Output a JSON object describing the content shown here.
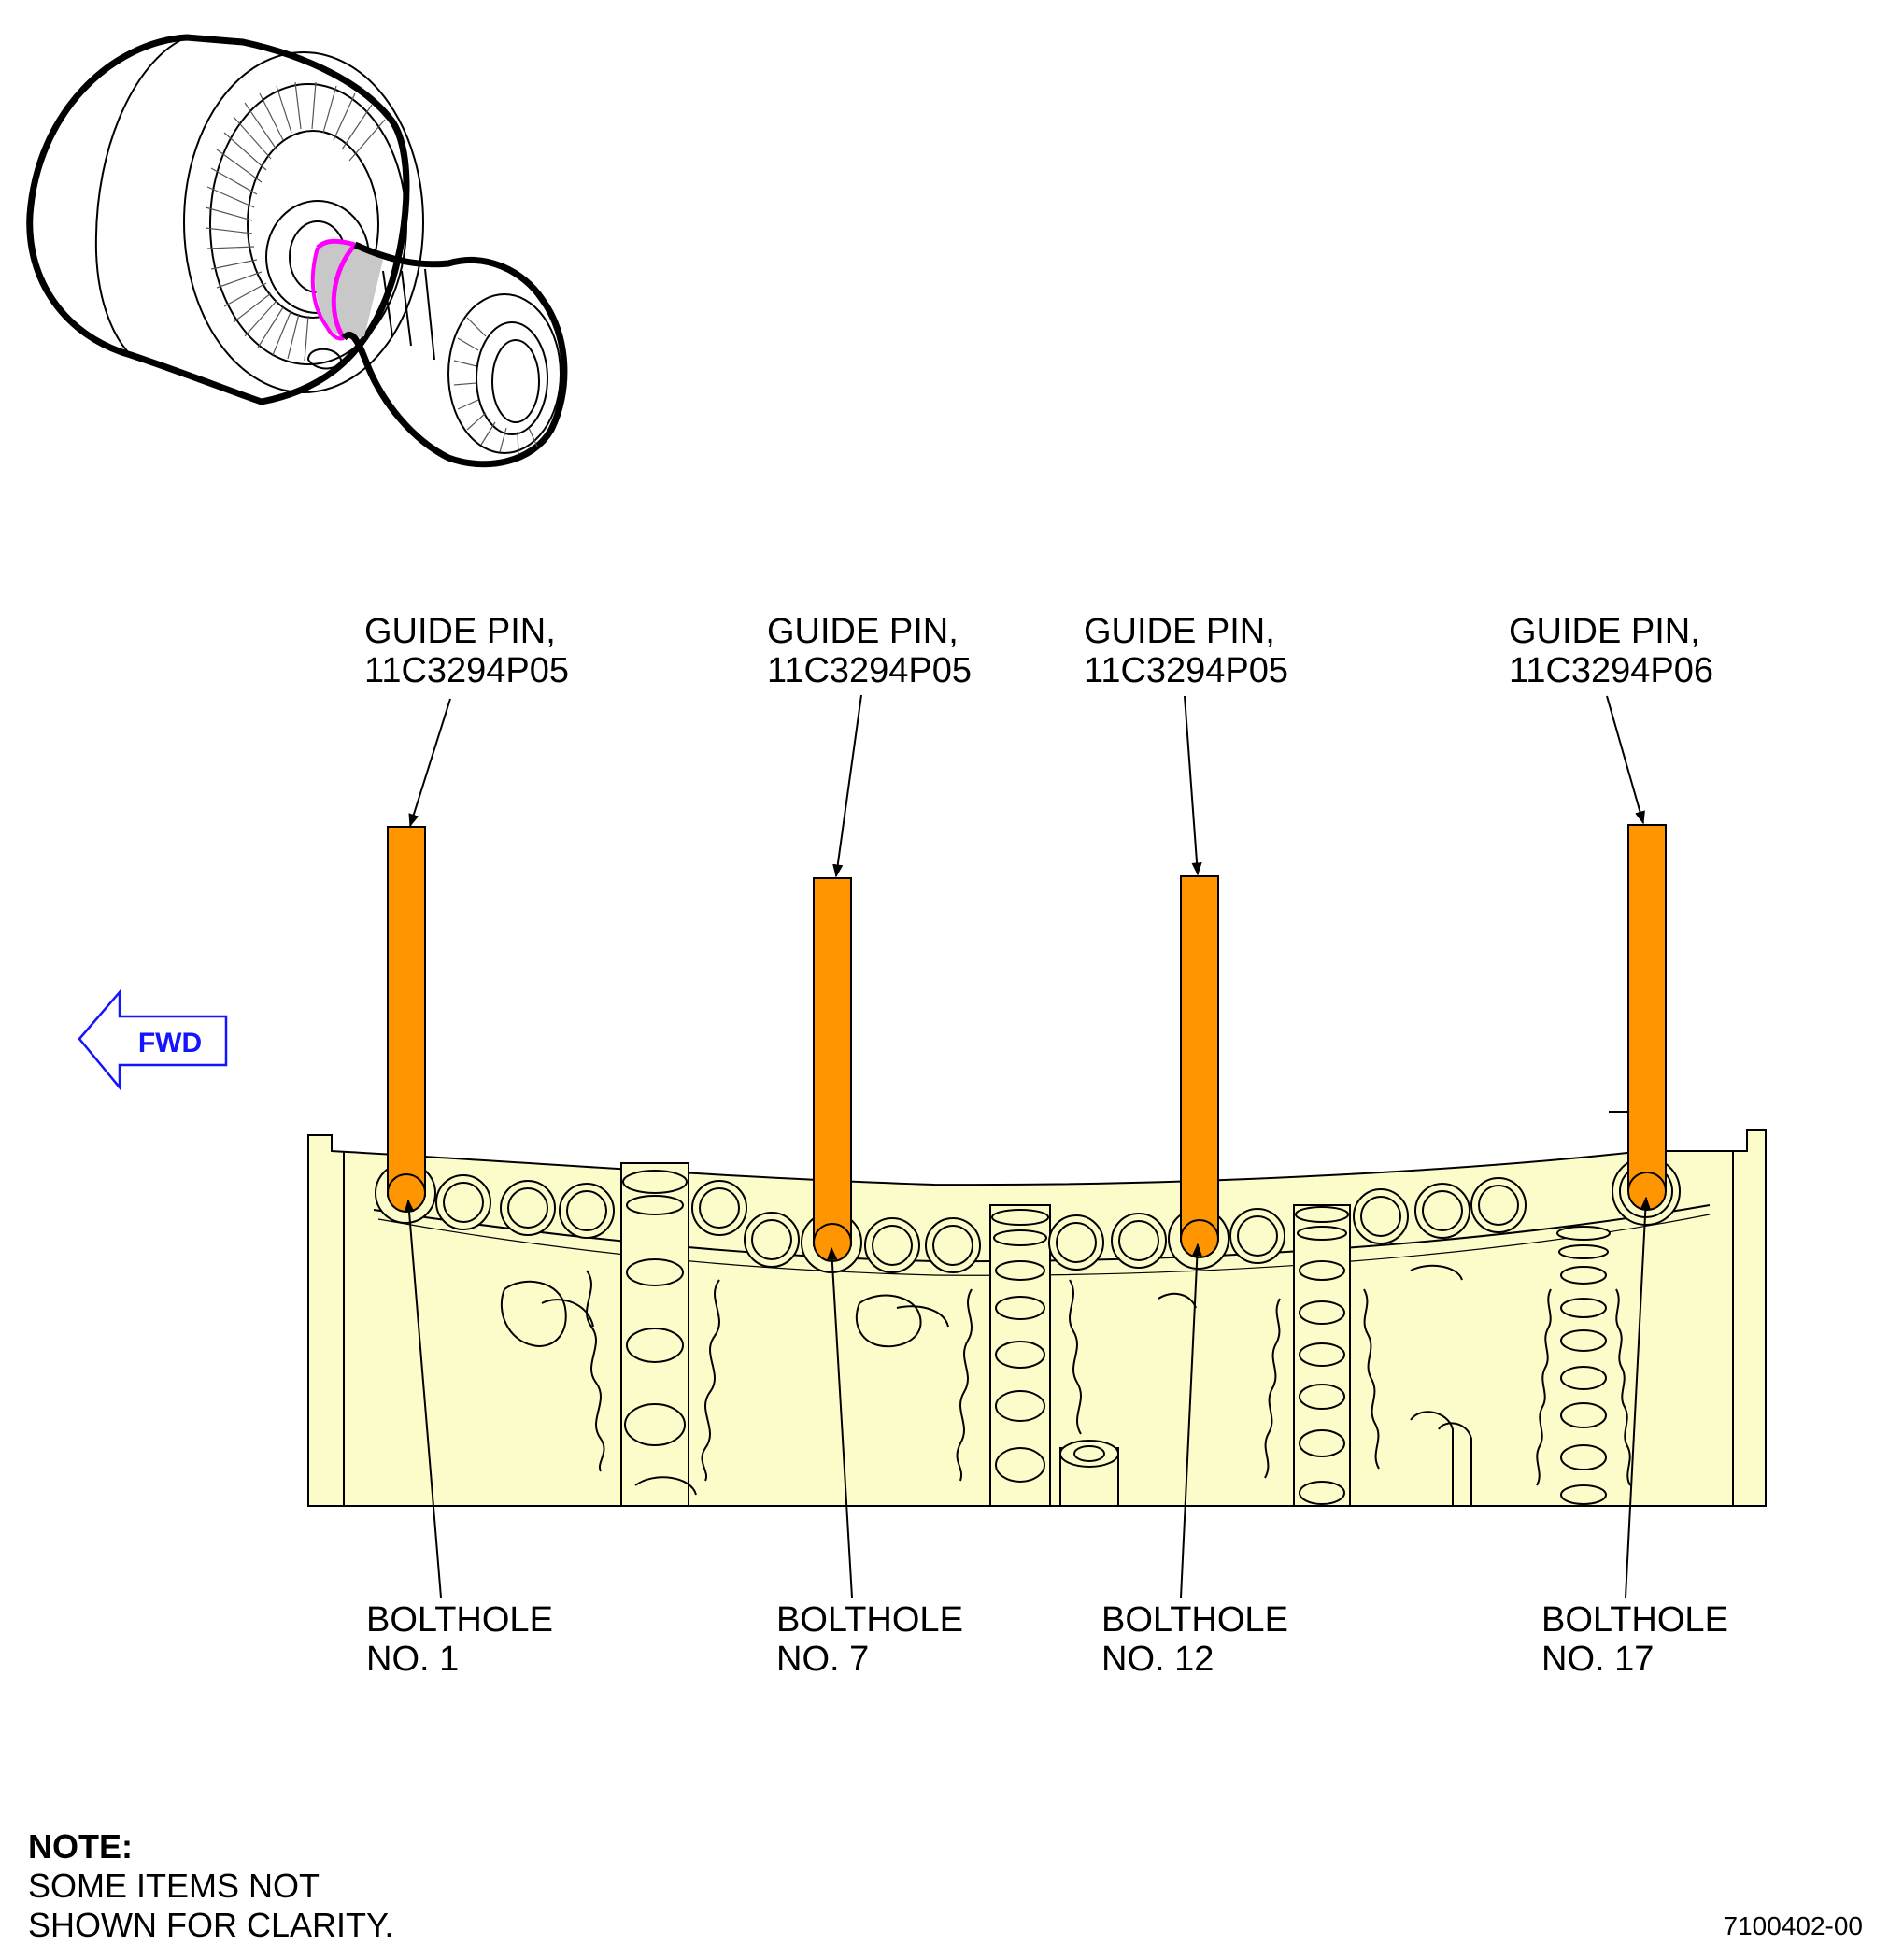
{
  "fwd_arrow": {
    "label": "FWD",
    "color": "#1414ff"
  },
  "guide_pins": [
    {
      "name": "GUIDE PIN,",
      "part": "11C3294P05"
    },
    {
      "name": "GUIDE PIN,",
      "part": "11C3294P05"
    },
    {
      "name": "GUIDE PIN,",
      "part": "11C3294P05"
    },
    {
      "name": "GUIDE PIN,",
      "part": "11C3294P06"
    }
  ],
  "boltholes": [
    {
      "line1": "BOLTHOLE",
      "line2": "NO. 1"
    },
    {
      "line1": "BOLTHOLE",
      "line2": "NO. 7"
    },
    {
      "line1": "BOLTHOLE",
      "line2": "NO. 12"
    },
    {
      "line1": "BOLTHOLE",
      "line2": "NO. 17"
    }
  ],
  "note": {
    "heading": "NOTE:",
    "line1": "SOME ITEMS NOT",
    "line2": "SHOWN FOR CLARITY."
  },
  "figure_number": "7100402-00",
  "colors": {
    "pin_fill": "#ff9500",
    "part_fill": "#fcfccb",
    "highlight": "#ff00ff",
    "highlight_fill": "#c8c8c8"
  }
}
